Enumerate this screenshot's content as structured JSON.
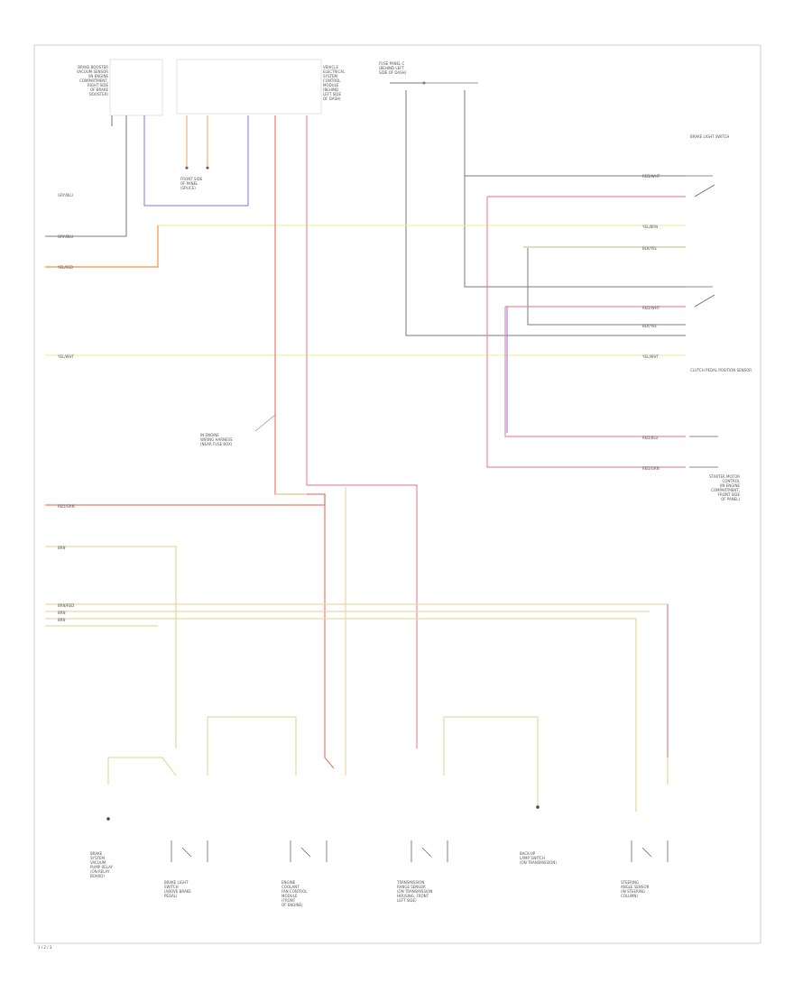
{
  "modules": {
    "left_module_label": "BRAKE BOOSTER\nVACUUM SENSOR\n(IN ENGINE\nCOMPARTMENT,\nRIGHT SIDE\nOF BRAKE\nBOOSTER)",
    "right_module_label": "VEHICLE\nELECTRICAL\nSYSTEM\nCONTROL\nMODULE\n(BEHIND\nLEFT SIDE\nOF DASH)",
    "fuse_label": "FUSE PANEL C\n(BEHIND LEFT\nSIDE OF DASH)"
  },
  "splice_labels": {
    "purple_loop": "FRONT SIDE\nOF PANEL\n(SPLICE)",
    "pink_module": "IN ENGINE\nWIRING HARNESS\n(NEAR FUSE BOX)"
  },
  "wire_labels": {
    "w1": "GRY/BLU",
    "w2": "GRY/BLU",
    "w3": "YEL/RED",
    "w4": "YEL/WHT",
    "w5": "RED/GRN",
    "w6": "BRN",
    "w7": "BRN/RED",
    "w8": "BRN",
    "w9": "BRN",
    "right1": "RED/WHT",
    "right2": "YEL/BRN",
    "right3": "BLK/YEL",
    "right4": "RED/WHT",
    "right5": "BLK/YEL",
    "right6": "YEL/WHT",
    "right7": "RED/BLU",
    "right8": "RED/GRN"
  },
  "right_components": {
    "top_tag": "BRAKE LIGHT SWITCH",
    "mid_tag": "CLUTCH PEDAL POSITION SENSOR",
    "bottom_label": "STARTER MOTOR\nCONTROL\n(IN ENGINE\nCOMPARTMENT,\nFRONT SIDE\nOF PANEL)"
  },
  "bottom_components": {
    "c1": "BRAKE\nSYSTEM\nVACUUM\nPUMP RELAY\n(ON RELAY\nBOARD)",
    "c2": "BRAKE LIGHT\nSWITCH\n(ABOVE BRAKE\nPEDAL)",
    "c3": "ENGINE\nCOOLANT\nFAN CONTROL\nMODULE\n(FRONT\nOF ENGINE)",
    "c4": "TRANSMISSION\nRANGE SENSOR\n(ON TRANSMISSION\nHOUSING, FRONT\nLEFT SIDE)",
    "c5": "BACK-UP\nLAMP SWITCH\n(ON TRANSMISSION)",
    "c6": "STEERING\nANGLE SENSOR\n(IN STEERING\nCOLUMN)"
  },
  "footer": {
    "code": "1 / 2 / 3"
  },
  "colors": {
    "frame": "#cfcfcf",
    "wire_gray": "#7a7a7a",
    "wire_purple": "#8a6df0",
    "wire_orange": "#f5a25a",
    "wire_yellow": "#ecec9a",
    "wire_red": "#f07a6a",
    "wire_pink": "#f08a9a",
    "wire_tan": "#e6d9a0",
    "wire_olive": "#b6c27a"
  }
}
